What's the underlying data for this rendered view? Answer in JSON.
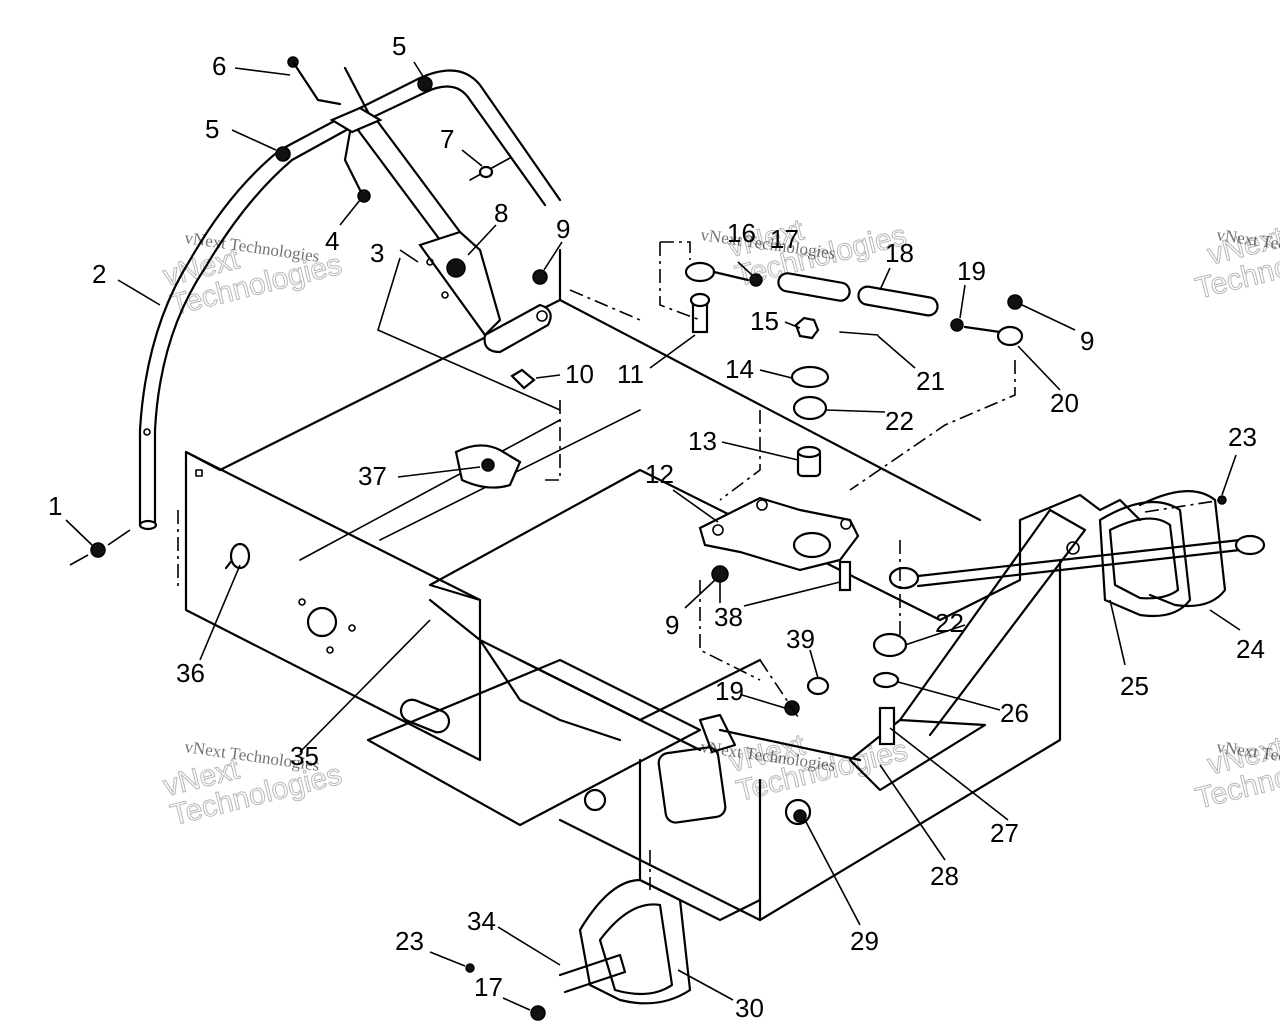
{
  "callouts": [
    {
      "id": "c1",
      "label": "1"
    },
    {
      "id": "c2",
      "label": "2"
    },
    {
      "id": "c3",
      "label": "3"
    },
    {
      "id": "c4",
      "label": "4"
    },
    {
      "id": "c5a",
      "label": "5"
    },
    {
      "id": "c5b",
      "label": "5"
    },
    {
      "id": "c6",
      "label": "6"
    },
    {
      "id": "c7",
      "label": "7"
    },
    {
      "id": "c8",
      "label": "8"
    },
    {
      "id": "c9a",
      "label": "9"
    },
    {
      "id": "c9b",
      "label": "9"
    },
    {
      "id": "c9c",
      "label": "9"
    },
    {
      "id": "c10",
      "label": "10"
    },
    {
      "id": "c11",
      "label": "11"
    },
    {
      "id": "c12",
      "label": "12"
    },
    {
      "id": "c13",
      "label": "13"
    },
    {
      "id": "c14",
      "label": "14"
    },
    {
      "id": "c15",
      "label": "15"
    },
    {
      "id": "c16",
      "label": "16"
    },
    {
      "id": "c17a",
      "label": "17"
    },
    {
      "id": "c17b",
      "label": "17"
    },
    {
      "id": "c18",
      "label": "18"
    },
    {
      "id": "c19a",
      "label": "19"
    },
    {
      "id": "c19b",
      "label": "19"
    },
    {
      "id": "c20",
      "label": "20"
    },
    {
      "id": "c21",
      "label": "21"
    },
    {
      "id": "c22a",
      "label": "22"
    },
    {
      "id": "c22b",
      "label": "22"
    },
    {
      "id": "c23a",
      "label": "23"
    },
    {
      "id": "c23b",
      "label": "23"
    },
    {
      "id": "c24",
      "label": "24"
    },
    {
      "id": "c25",
      "label": "25"
    },
    {
      "id": "c26",
      "label": "26"
    },
    {
      "id": "c27",
      "label": "27"
    },
    {
      "id": "c28",
      "label": "28"
    },
    {
      "id": "c29",
      "label": "29"
    },
    {
      "id": "c30",
      "label": "30"
    },
    {
      "id": "c34",
      "label": "34"
    },
    {
      "id": "c35",
      "label": "35"
    },
    {
      "id": "c36",
      "label": "36"
    },
    {
      "id": "c37",
      "label": "37"
    },
    {
      "id": "c38",
      "label": "38"
    },
    {
      "id": "c39",
      "label": "39"
    }
  ],
  "watermark": {
    "line1": "vNext Technologies",
    "line2a": "vNext",
    "line2b": "Technologies"
  }
}
